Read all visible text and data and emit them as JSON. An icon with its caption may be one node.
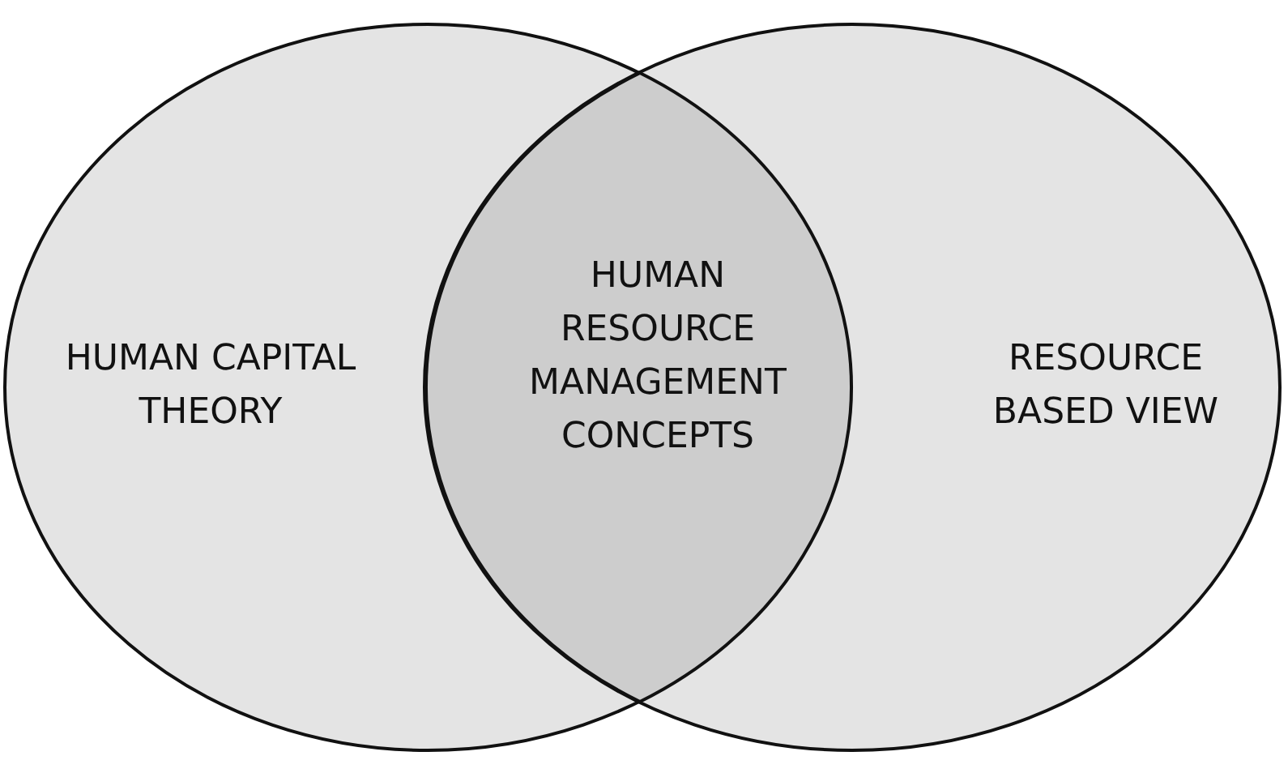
{
  "diagram": {
    "nodes": [
      {
        "text": [
          "HUMAN CAPITAL THEORY"
        ]
      },
      {
        "text": [
          "RESOURCE BASED VIEW"
        ]
      },
      {
        "text": [
          "HUMAN RESOURCE MANAGEMENT CONCEPTS"
        ]
      }
    ]
  }
}
